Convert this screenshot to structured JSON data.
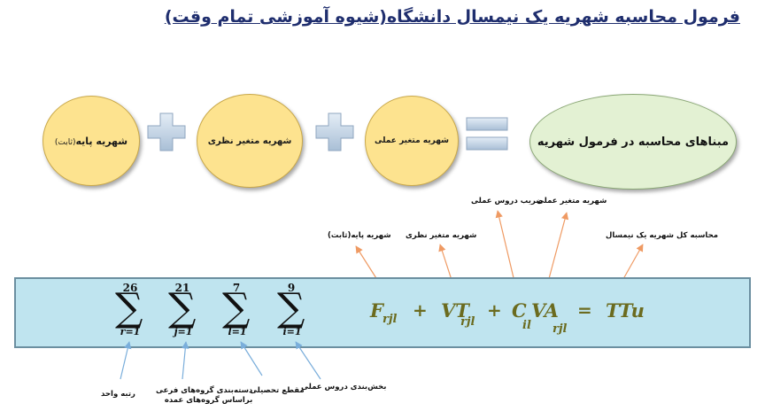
{
  "title": "فرمول محاسبه شهریه یک نیمسال دانشگاه(شیوه آموزشی تمام وقت)",
  "top_row": {
    "base_fee": {
      "main": "شهریه پایه",
      "sub": "(ثابت)"
    },
    "theoretical_fee": "شهریه متغیر نظری",
    "practical_fee": "شهریه متغیر عملی",
    "result": "مبناهای محاسبه در فرمول شهریه",
    "plus_sign": "+",
    "equals_sign": "="
  },
  "upper_labels": {
    "base_fee": "شهریه پایه(ثابت)",
    "theoretical_fee": "شهریه متغیر نظری",
    "practical_coeff": "ضریب دروس عملی",
    "practical_fee": "شهریه متغیر عملی",
    "total": "محاسبه کل شهریه یک نیمسال"
  },
  "formula": {
    "sums": [
      {
        "top": "26",
        "bottom": "r=1"
      },
      {
        "top": "21",
        "bottom": "j=1"
      },
      {
        "top": "7",
        "bottom": "l=1"
      },
      {
        "top": "9",
        "bottom": "i=1"
      }
    ],
    "sigma": "∑",
    "F": "F",
    "F_sub": "rjl",
    "plus1": "+",
    "VT": "VT",
    "VT_sub": "rjl",
    "plus2": "+",
    "C": "C",
    "C_sub": "il",
    "VA": "VA",
    "VA_sub": "rjl",
    "eq": "=",
    "TTu": "TTu"
  },
  "lower_labels": {
    "rank": "رتبه واحد",
    "group_line1": "دسته‌بندی گروه‌های فرعی",
    "group_line2": "براساس گروه‌های عمده",
    "degree": "مقطع تحصیلی",
    "practical_split": "بخش‌بندی دروس عملی"
  },
  "colors": {
    "title": "#1f2e6e",
    "circle_fill": "#fde38f",
    "ellipse_fill": "#e3f1d3",
    "bar_fill": "#bfe4ef",
    "formula_text": "#6b6b1f",
    "orange_arrow": "#ef9a63",
    "blue_arrow": "#7aaedb"
  }
}
